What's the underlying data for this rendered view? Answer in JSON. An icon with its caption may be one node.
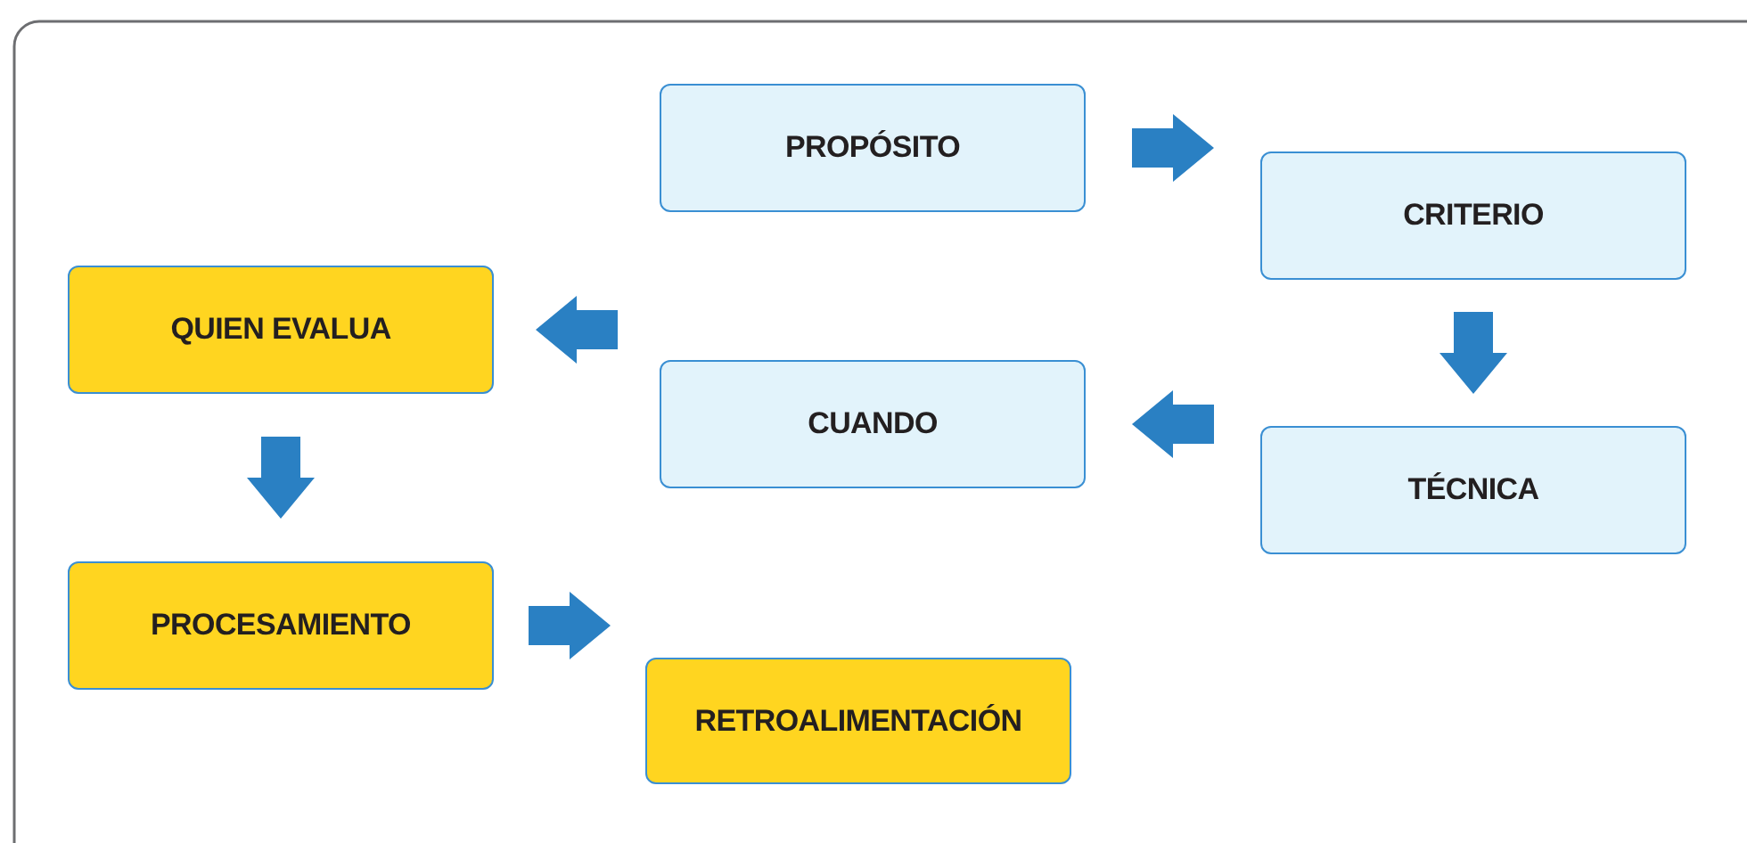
{
  "diagram": {
    "nodes": [
      {
        "text": [
          "PROPÓSITO"
        ]
      },
      {
        "text": [
          "CRITERIO"
        ]
      },
      {
        "text": [
          "TÉCNICA"
        ]
      },
      {
        "text": [
          "CUANDO"
        ]
      },
      {
        "text": [
          "QUIEN EVALUA"
        ]
      },
      {
        "text": [
          "PROCESAMIENTO"
        ]
      },
      {
        "text": [
          "RETROALIMENTACIÓN"
        ]
      }
    ],
    "edges": [
      {
        "from": 0,
        "to": 1,
        "arrow": "to"
      },
      {
        "from": 1,
        "to": 2,
        "arrow": "to"
      },
      {
        "from": 2,
        "to": 3,
        "arrow": "to"
      },
      {
        "from": 3,
        "to": 4,
        "arrow": "to"
      },
      {
        "from": 4,
        "to": 5,
        "arrow": "to"
      },
      {
        "from": 5,
        "to": 6,
        "arrow": "to"
      }
    ]
  }
}
